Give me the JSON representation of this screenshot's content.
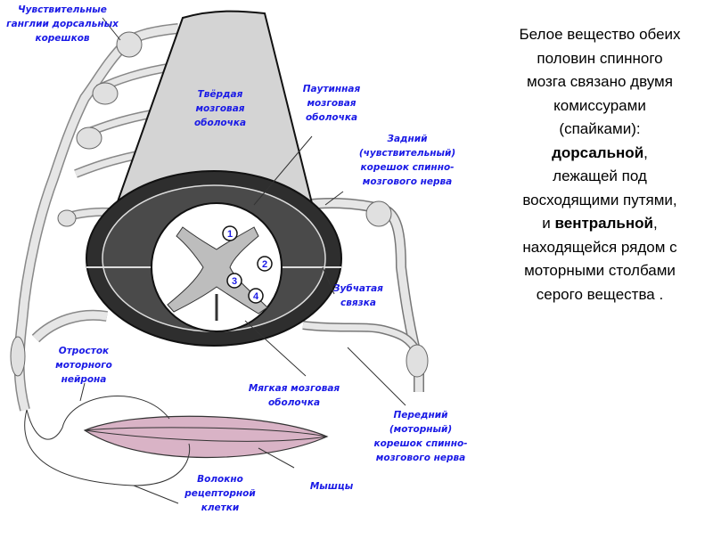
{
  "diagram": {
    "labels": {
      "ganglia": [
        "Чувствительные",
        "ганглии дорсальных",
        "корешков"
      ],
      "dura": [
        "Твёрдая",
        "мозговая",
        "оболочка"
      ],
      "arachnoid": [
        "Паутинная",
        "мозговая",
        "оболочка"
      ],
      "dorsal_root": [
        "Задний",
        "(чувствительный)",
        "корешок спинно-",
        "мозгового нерва"
      ],
      "denticulate": [
        "Зубчатая",
        "связка"
      ],
      "motor_process": [
        "Отросток",
        "моторного",
        "нейрона"
      ],
      "pia": [
        "Мягкая мозговая",
        "оболочка"
      ],
      "ventral_root": [
        "Передний",
        "(моторный)",
        "корешок спинно-",
        "мозгового нерва"
      ],
      "receptor_fiber": [
        "Волокно",
        "рецепторной",
        "клетки"
      ],
      "muscles": "Мышцы"
    },
    "numbers": [
      "1",
      "2",
      "3",
      "4"
    ],
    "colors": {
      "label": "#1a1ae6",
      "muscle": "#d9b3c6",
      "dura": "#d4d4d4",
      "ring": "#3a3a3a"
    }
  },
  "slide_text": {
    "lines": [
      "Белое вещество обеих",
      "половин спинного",
      "мозга связано двумя",
      "комиссурами",
      "(спайками):"
    ],
    "dorsal_bold": "дорсальной",
    "dorsal_after": ",",
    "lines2": [
      "лежащей под",
      "восходящими путями,"
    ],
    "ventral_before": "и ",
    "ventral_bold": "вентральной",
    "ventral_after": ",",
    "lines3": [
      "находящейся рядом с",
      "моторными столбами",
      "серого вещества ."
    ]
  }
}
